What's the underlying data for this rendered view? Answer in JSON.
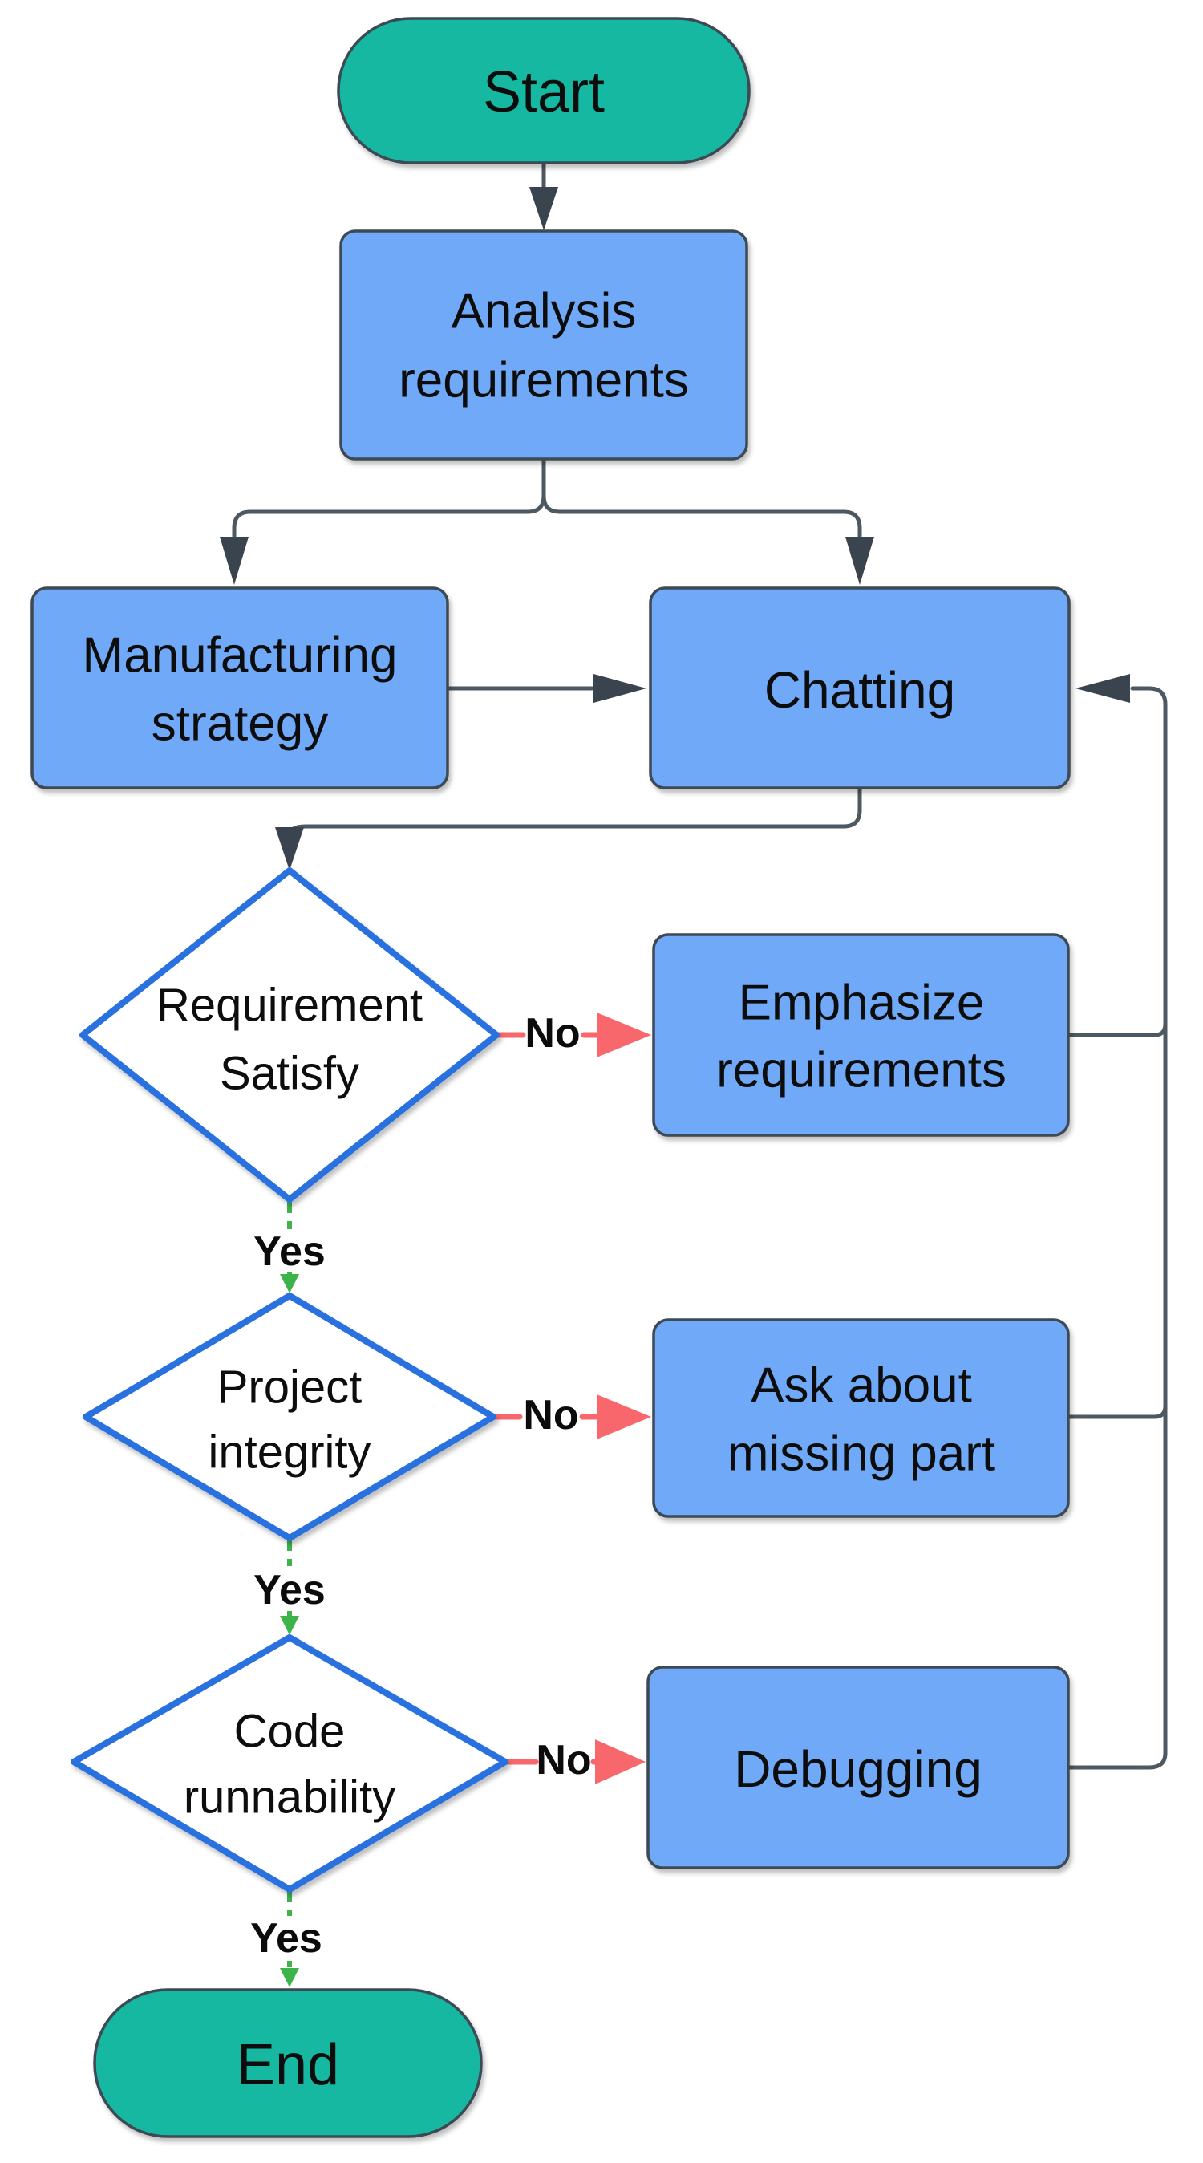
{
  "diagram": {
    "type": "flowchart",
    "colors": {
      "background": "#FFFFFF",
      "terminator_fill": "#12B8A2",
      "process_fill": "#6FA9F8",
      "decision_fill": "#FFFFFF",
      "decision_border": "#2B71E0",
      "shape_border": "#3E4852",
      "connector": "#4E5860",
      "arrowhead": "#3A444E",
      "no_edge": "#F7676C",
      "yes_edge": "#3CB44A",
      "text": "#111111"
    },
    "nodes": {
      "start": {
        "type": "terminator",
        "lines": [
          "Start"
        ]
      },
      "analysis": {
        "type": "process",
        "lines": [
          "Analysis",
          "requirements"
        ]
      },
      "manufacturing": {
        "type": "process",
        "lines": [
          "Manufacturing",
          "strategy"
        ]
      },
      "chatting": {
        "type": "process",
        "lines": [
          "Chatting"
        ]
      },
      "requirement_satisfy": {
        "type": "decision",
        "lines": [
          "Requirement",
          "Satisfy"
        ]
      },
      "emphasize": {
        "type": "process",
        "lines": [
          "Emphasize",
          "requirements"
        ]
      },
      "project_integrity": {
        "type": "decision",
        "lines": [
          "Project",
          "integrity"
        ]
      },
      "ask_missing": {
        "type": "process",
        "lines": [
          "Ask about",
          "missing part"
        ]
      },
      "code_runnability": {
        "type": "decision",
        "lines": [
          "Code",
          "runnability"
        ]
      },
      "debugging": {
        "type": "process",
        "lines": [
          "Debugging"
        ]
      },
      "end": {
        "type": "terminator",
        "lines": [
          "End"
        ]
      }
    },
    "edge_labels": {
      "no1": "No",
      "yes1": "Yes",
      "no2": "No",
      "yes2": "Yes",
      "no3": "No",
      "yes3": "Yes"
    },
    "edges": [
      {
        "from": "start",
        "to": "analysis"
      },
      {
        "from": "analysis",
        "to": "manufacturing"
      },
      {
        "from": "analysis",
        "to": "chatting"
      },
      {
        "from": "manufacturing",
        "to": "chatting"
      },
      {
        "from": "chatting",
        "to": "requirement_satisfy"
      },
      {
        "from": "requirement_satisfy",
        "to": "emphasize",
        "label": "No"
      },
      {
        "from": "requirement_satisfy",
        "to": "project_integrity",
        "label": "Yes"
      },
      {
        "from": "emphasize",
        "to": "chatting"
      },
      {
        "from": "project_integrity",
        "to": "ask_missing",
        "label": "No"
      },
      {
        "from": "project_integrity",
        "to": "code_runnability",
        "label": "Yes"
      },
      {
        "from": "ask_missing",
        "to": "chatting"
      },
      {
        "from": "code_runnability",
        "to": "debugging",
        "label": "No"
      },
      {
        "from": "code_runnability",
        "to": "end",
        "label": "Yes"
      },
      {
        "from": "debugging",
        "to": "chatting"
      }
    ]
  }
}
